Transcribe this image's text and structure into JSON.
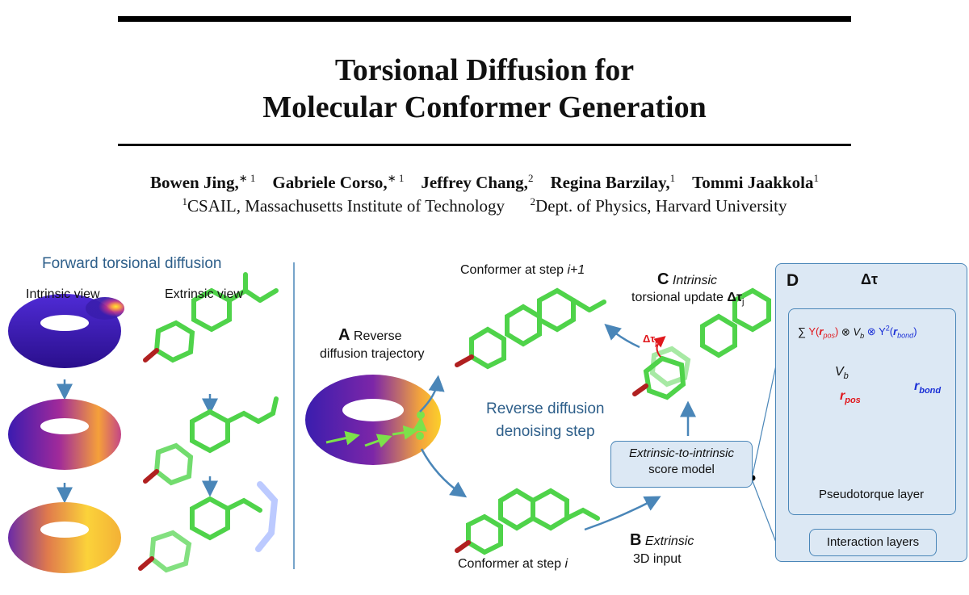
{
  "paper": {
    "title_line1": "Torsional Diffusion for",
    "title_line2": "Molecular Conformer Generation",
    "authors": [
      {
        "name": "Bowen Jing,",
        "sup": "∗ 1"
      },
      {
        "name": "Gabriele Corso,",
        "sup": "∗ 1"
      },
      {
        "name": "Jeffrey Chang,",
        "sup": "2"
      },
      {
        "name": "Regina Barzilay,",
        "sup": "1"
      },
      {
        "name": "Tommi Jaakkola",
        "sup": "1"
      }
    ],
    "affil1_sup": "1",
    "affil1": "CSAIL, Massachusetts Institute of Technology",
    "affil2_sup": "2",
    "affil2": "Dept. of Physics, Harvard University"
  },
  "figure": {
    "forward_title": "Forward torsional diffusion",
    "intrinsic_view": "Intrinsic view",
    "extrinsic_view": "Extrinsic view",
    "panel_a_letter": "A",
    "panel_a_text1": "Reverse",
    "panel_a_text2": "diffusion trajectory",
    "conformer_top_prefix": "Conformer at step ",
    "conformer_top_step": "i+1",
    "conformer_bottom_prefix": "Conformer at step ",
    "conformer_bottom_step": "i",
    "reverse_step1": "Reverse diffusion",
    "reverse_step2": "denoising step",
    "panel_b_letter": "B",
    "panel_b_text1": "Extrinsic",
    "panel_b_text2": "3D input",
    "panel_c_letter": "C",
    "panel_c_text1": "Intrinsic",
    "panel_c_text2": "torsional update ",
    "panel_c_symbol": "Δτ",
    "panel_c_sub": "j",
    "delta_tau_j": "Δτ",
    "delta_tau_j_sub": "j",
    "score_model1": "Extrinsic-to-intrinsic",
    "score_model2": "score model",
    "panel_d_letter": "D",
    "panel_d_output": "Δτ",
    "formula_sum": "∑",
    "formula_y1": "Y(",
    "formula_rpos": "r",
    "formula_rpos_sub": "pos",
    "formula_close1": ")",
    "formula_otimes1": "⊗",
    "formula_v": "V",
    "formula_v_sub": "b",
    "formula_otimes2": "⊗",
    "formula_y2": "Y",
    "formula_y2_sup": "2",
    "formula_open2": "(",
    "formula_rbond": "r",
    "formula_rbond_sub": "bond",
    "formula_close2": ")",
    "vb_label": "V",
    "vb_sub": "b",
    "rpos_label": "r",
    "rpos_sub": "pos",
    "rbond_label": "r",
    "rbond_sub": "bond",
    "pseudotorque": "Pseudotorque layer",
    "interaction_layers": "Interaction layers"
  },
  "colors": {
    "accent_blue": "#2e5f8a",
    "arrow_blue": "#4a86b8",
    "red": "#e0161b",
    "bond_blue": "#1a2fd6",
    "molecule_green": "#4fd34a"
  }
}
